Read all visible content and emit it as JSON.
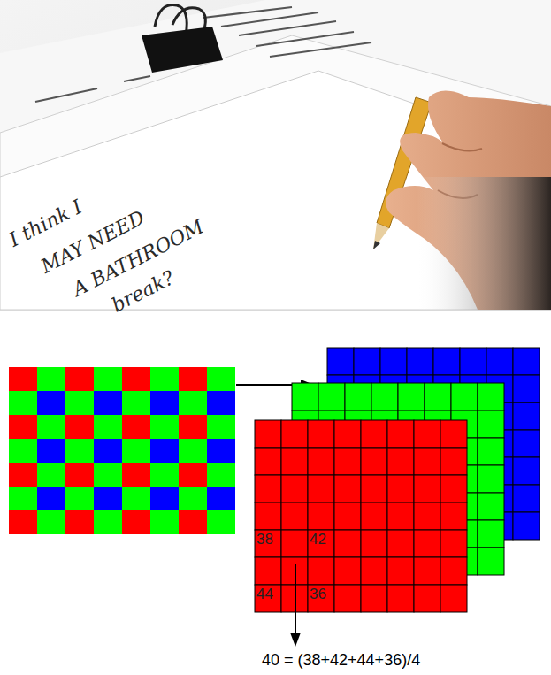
{
  "diagram": {
    "labels": [
      "I think I",
      "MAY NEED",
      "A BATHROOM",
      "break?",
      "38",
      "42",
      "44",
      "36",
      "40 = (38+42+44+36)/4"
    ]
  }
}
